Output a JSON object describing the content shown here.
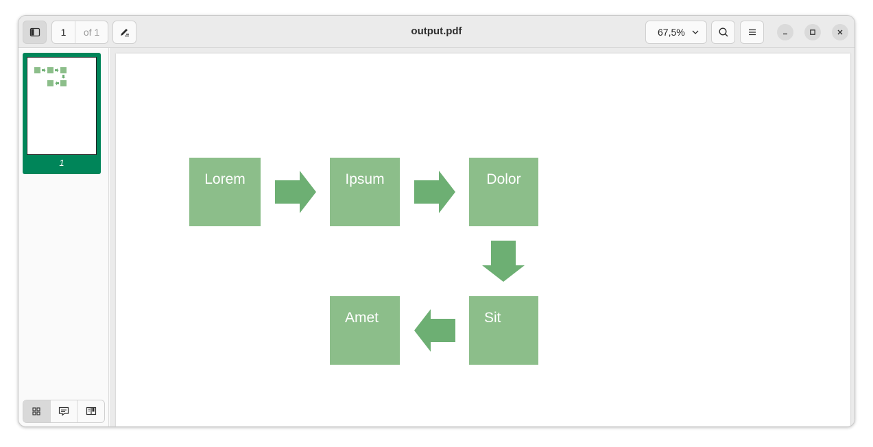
{
  "window": {
    "title": "output.pdf"
  },
  "toolbar": {
    "page_current": "1",
    "page_total_label": "of 1",
    "zoom_value": "67,5%"
  },
  "sidebar": {
    "thumbnail_label": "1"
  },
  "diagram": {
    "boxes": [
      "Lorem",
      "Ipsum",
      "Dolor",
      "Sit",
      "Amet"
    ]
  },
  "colors": {
    "box_fill": "#8cbe8a",
    "arrow_fill": "#6daf73",
    "thumbnail_selected": "#008559"
  },
  "icons": {
    "sidebar_toggle": "sidebar-toggle-icon",
    "annotate": "pen-icon",
    "search": "search-icon",
    "menu": "hamburger-menu-icon",
    "minimize": "minimize-icon",
    "maximize": "maximize-icon",
    "close": "close-icon",
    "thumbnails_tab": "grid-icon",
    "annotations_tab": "comment-icon",
    "outline_tab": "book-icon"
  }
}
